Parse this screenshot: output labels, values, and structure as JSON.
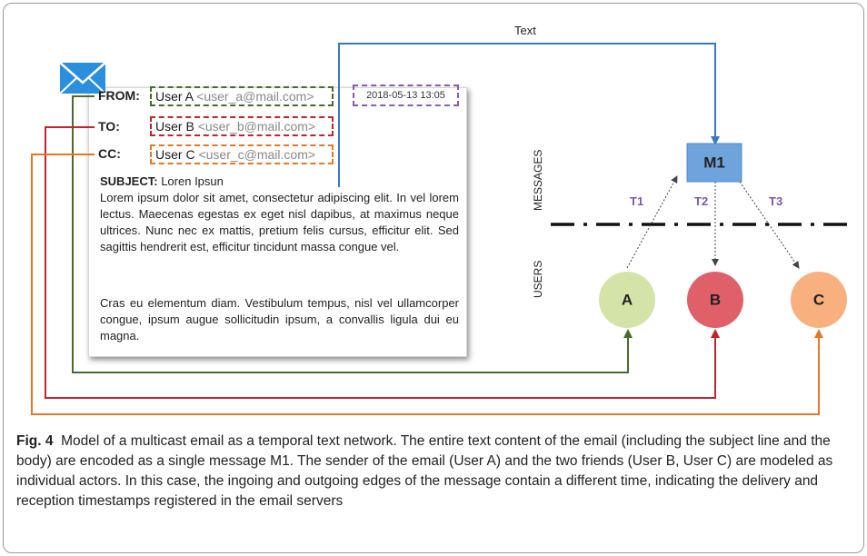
{
  "email": {
    "from_label": "FROM:",
    "to_label": "TO:",
    "cc_label": "CC:",
    "from_name": "User A",
    "from_addr": "<user_a@mail.com>",
    "to_name": "User B",
    "to_addr": "<user_b@mail.com>",
    "cc_name": "User C",
    "cc_addr": "<user_c@mail.com>",
    "timestamp": "2018-05-13 13:05",
    "subject_label": "SUBJECT:",
    "subject_text": "Loren Ipsun",
    "body_p1": "Lorem ipsum dolor sit amet, consectetur adipiscing elit. In vel lorem lectus. Maecenas egestas ex eget nisl dapibus, at maximus neque ultrices. Nunc nec ex mattis, pretium felis cursus, efficitur elit. Sed sagittis hendrerit est, efficitur tincidunt massa congue vel.",
    "body_p2": "Cras eu elementum diam. Vestibulum tempus, nisl vel ullamcorper congue, ipsum augue sollicitudin ipsum, a convallis ligula dui eu magna."
  },
  "network": {
    "text_edge_label": "Text",
    "message_node": "M1",
    "messages_label": "MESSAGES",
    "users_label": "USERS",
    "edge_labels": [
      "T1",
      "T2",
      "T3"
    ],
    "users": [
      "A",
      "B",
      "C"
    ]
  },
  "colors": {
    "from": "#4a6b2e",
    "to": "#c0242c",
    "cc": "#e87722",
    "text_edge": "#3a78c2",
    "message_node": "#6fa3dc",
    "user_a": "#d4e3a8",
    "user_b": "#e0606a",
    "user_c": "#f8b07e",
    "timestamp_box": "#8a5bb5"
  },
  "caption": {
    "fig_label": "Fig. 4",
    "text": "Model of a multicast email as a temporal text network. The entire text content of the email (including the subject line and the body) are encoded as a single message M1. The sender of the email (User A) and the two friends (User B,  User C) are modeled as individual actors. In this case, the ingoing and outgoing edges of the message contain a different time, indicating the delivery and reception timestamps registered in the email servers"
  }
}
